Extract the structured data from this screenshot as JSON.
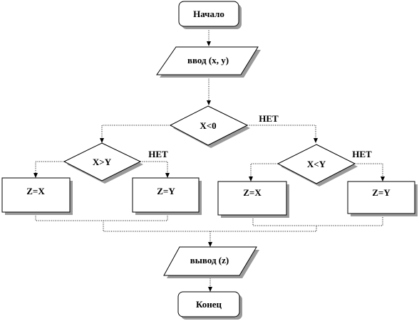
{
  "flowchart": {
    "start": "Начало",
    "input": "ввод (x, y)",
    "decision_main": "X<0",
    "decision_main_no": "НЕТ",
    "decision_left": "X>Y",
    "decision_left_no": "НЕТ",
    "left_assign_1": "Z=X",
    "left_assign_2": "Z=Y",
    "decision_right": "X<Y",
    "decision_right_no": "НЕТ",
    "right_assign_1": "Z=X",
    "right_assign_2": "Z=Y",
    "output": "вывод (z)",
    "end": "Конец"
  }
}
